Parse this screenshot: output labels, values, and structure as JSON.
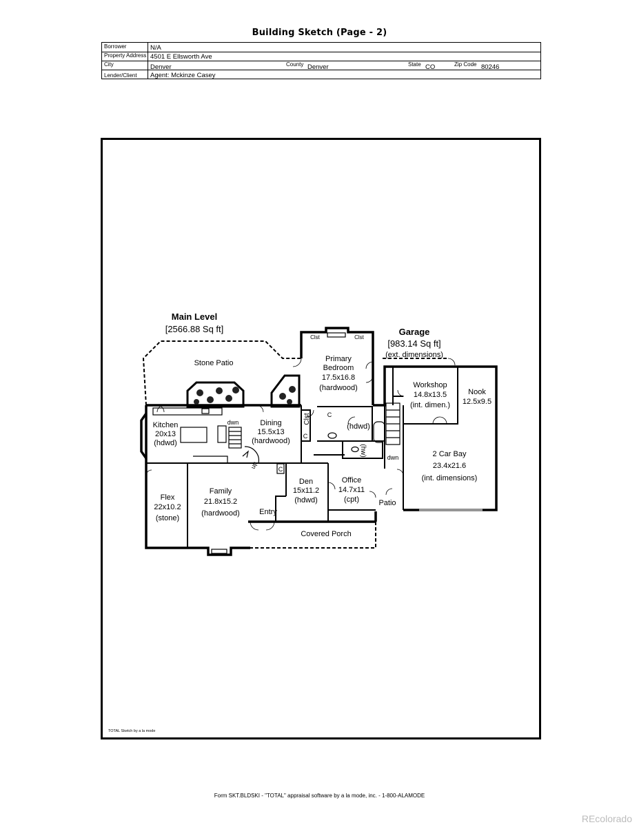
{
  "header": {
    "title": "Building Sketch (Page - 2)"
  },
  "info": {
    "borrower_label": "Borrower",
    "borrower": "N/A",
    "address_label": "Property Address",
    "address": "4501 E Ellsworth Ave",
    "city_label": "City",
    "city": "Denver",
    "county_label": "County",
    "county": "Denver",
    "state_label": "State",
    "state": "CO",
    "zip_label": "Zip Code",
    "zip": "80246",
    "lender_label": "Lender/Client",
    "lender": "Agent: Mckinze Casey"
  },
  "sketch": {
    "credit": "TOTAL Sketch by a la mode",
    "main_level": {
      "title": "Main Level",
      "area": "[2566.88 Sq ft]"
    },
    "garage": {
      "title": "Garage",
      "area": "[983.14 Sq ft]",
      "note": "(ext. dimensions)"
    },
    "rooms": {
      "stone_patio": "Stone Patio",
      "primary_name1": "Primary",
      "primary_name2": "Bedroom",
      "primary_dim": "17.5x16.8",
      "primary_floor": "(hardwood)",
      "clst_left": "Clst",
      "clst_right": "Clst",
      "kitchen_name": "Kitchen",
      "kitchen_dim": "20x13",
      "kitchen_floor": "(hdwd)",
      "dining_name": "Dining",
      "dining_dim": "15.5x13",
      "dining_floor": "(hardwood)",
      "dwn1": "dwn",
      "up": "up",
      "clst_vertical": "Clst",
      "c1": "C",
      "c2": "C",
      "c3": "C",
      "bath_floor": "(hdwd)",
      "bath2_floor": "(hw)",
      "workshop_name": "Workshop",
      "workshop_dim": "14.8x13.5",
      "workshop_note": "(int. dimen.)",
      "nook_name": "Nook",
      "nook_dim": "12.5x9.5",
      "dwn2": "dwn",
      "bay_name": "2 Car Bay",
      "bay_dim": "23.4x21.6",
      "bay_note": "(int. dimensions)",
      "den_name": "Den",
      "den_dim": "15x11.2",
      "den_floor": "(hdwd)",
      "office_name": "Office",
      "office_dim": "14.7x11",
      "office_floor": "(cpt)",
      "patio": "Patio",
      "flex_name": "Flex",
      "flex_dim": "22x10.2",
      "flex_floor": "(stone)",
      "family_name": "Family",
      "family_dim": "21.8x15.2",
      "family_floor": "(hardwood)",
      "entry": "Entry",
      "covered_porch": "Covered Porch"
    }
  },
  "footer": {
    "form": "Form SKT.BLDSKI - \"TOTAL\" appraisal software by a la mode, inc. - 1-800-ALAMODE",
    "watermark": "REcolorado"
  }
}
